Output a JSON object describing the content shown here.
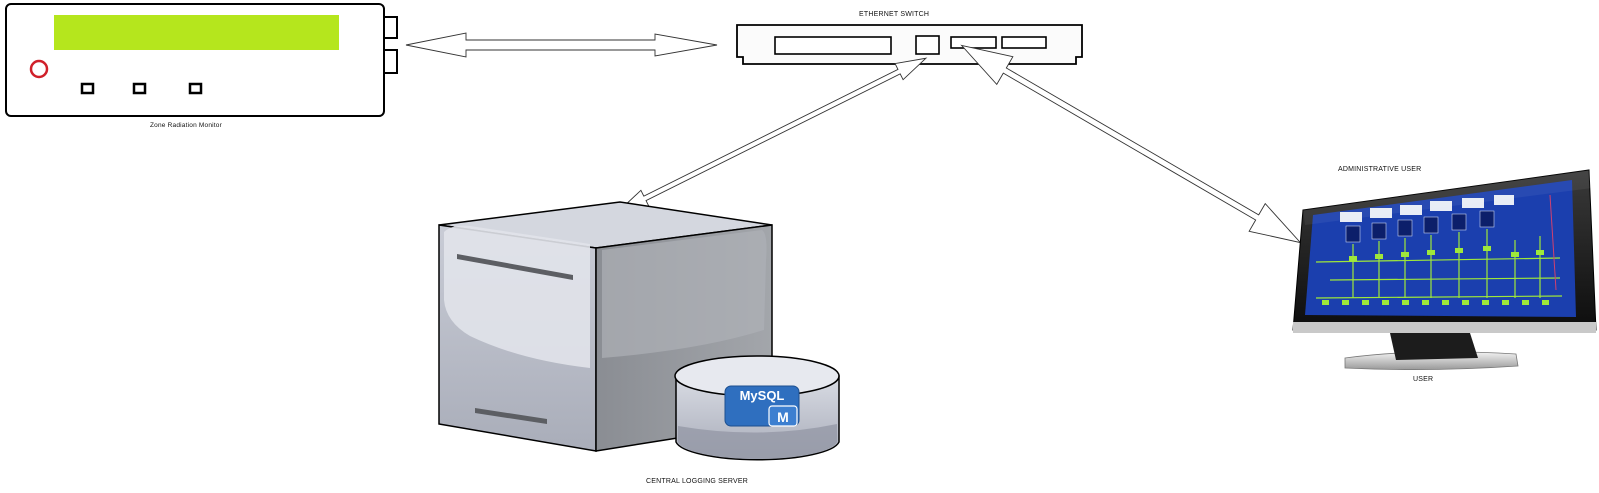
{
  "labels": {
    "monitor": "Zone Radiation Monitor",
    "switch": "ETHERNET SWITCH",
    "server": "CENTRAL LOGGING SERVER",
    "admin": "ADMINISTRATIVE USER",
    "user": "USER"
  },
  "db": {
    "name": "MySQL",
    "badge": "M"
  },
  "colors": {
    "lcd": "#b5e61d",
    "led": "#d0202a",
    "screen": "#1b3fae",
    "db_badge": "#2f6fbf"
  }
}
